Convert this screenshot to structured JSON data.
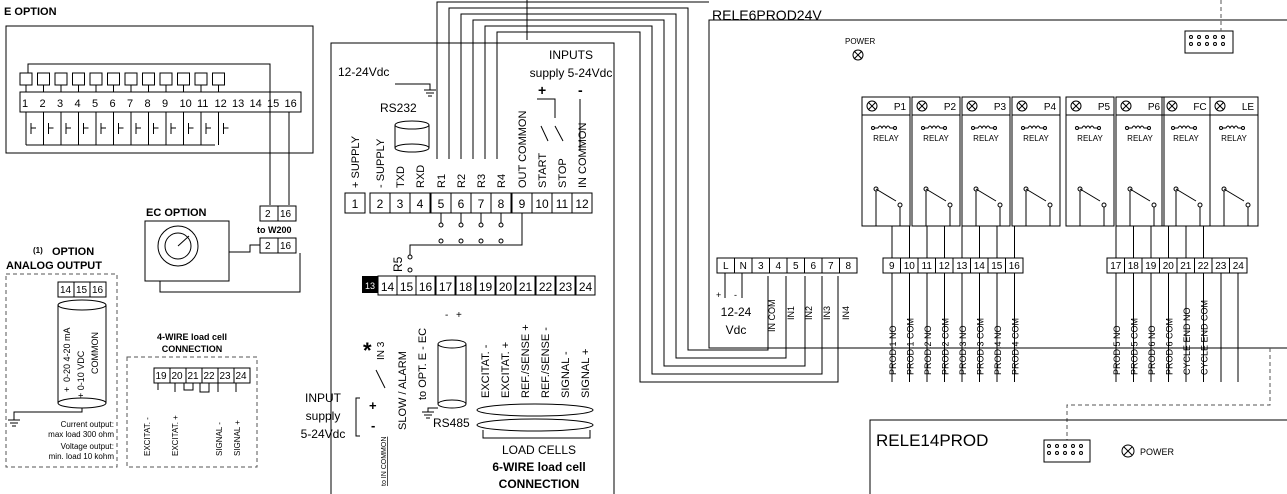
{
  "labels": {
    "e_option": "E OPTION",
    "ec_option": "EC OPTION",
    "to_w200": "to W200",
    "ec_terms": [
      "2",
      "16",
      "2",
      "16"
    ],
    "analog_superscript": "(1)",
    "analog_title_1": "OPTION",
    "analog_title_2": "ANALOG OUTPUT",
    "analog_terms": [
      "14",
      "15",
      "16"
    ],
    "analog_vert": [
      "0-20  4-20 mA",
      "+ 0-10 VDC",
      "COMMON"
    ],
    "analog_vert_prefix": "+",
    "analog_notes": [
      "Current output:",
      "max load 300 ohm",
      "Voltage output:",
      "min. load 10 kohm"
    ],
    "fourwire_title_1": "4-WIRE load cell",
    "fourwire_title_2": "CONNECTION",
    "fourwire_terms": [
      "19",
      "20",
      "21",
      "22",
      "23",
      "24"
    ],
    "fourwire_vert": [
      "EXCITAT. -",
      "EXCITAT. +",
      "SIGNAL -",
      "SIGNAL +"
    ],
    "supply": "12-24Vdc",
    "rs232": "RS232",
    "inputs_1": "INPUTS",
    "inputs_2": "supply 5-24Vdc",
    "plus": "+",
    "minus": "-",
    "top_vert": [
      "+ SUPPLY",
      "- SUPPLY",
      "TXD",
      "RXD",
      "R1",
      "R2",
      "R3",
      "R4",
      "OUT COMMON",
      "START",
      "STOP",
      "IN COMMON"
    ],
    "top_terms": [
      "1",
      "2",
      "3",
      "4",
      "5",
      "6",
      "7",
      "8",
      "9",
      "10",
      "11",
      "12"
    ],
    "r5": "R5",
    "bot_first": "13",
    "bot_terms": [
      "14",
      "15",
      "16",
      "17",
      "18",
      "19",
      "20",
      "21",
      "22",
      "23",
      "24"
    ],
    "bot_vert": [
      "SLOW / ALARM",
      "to OPT. E - EC",
      "EXCITAT. -",
      "EXCITAT. +",
      "REF./SENSE +",
      "REF./SENSE -",
      "SIGNAL -",
      "SIGNAL +"
    ],
    "star": "*",
    "in3": "IN 3",
    "input_1": "INPUT",
    "input_2": "supply",
    "input_3": "5-24Vdc",
    "to_in_common": "to IN COMMON",
    "rs485": "RS485",
    "lc_1": "LOAD CELLS",
    "lc_2": "6-WIRE load cell",
    "lc_3": "CONNECTION",
    "e_terms": [
      "1",
      "2",
      "3",
      "4",
      "5",
      "6",
      "7",
      "8",
      "9",
      "10",
      "11",
      "12",
      "13",
      "14",
      "15",
      "16"
    ]
  },
  "rele6": {
    "title": "RELE6PROD24V",
    "power": "POWER",
    "relays": [
      "P1",
      "P2",
      "P3",
      "P4",
      "P5",
      "P6",
      "FC",
      "LE"
    ],
    "relay_word": "RELAY",
    "left_terms": [
      "L",
      "N",
      "3",
      "4",
      "5",
      "6",
      "7",
      "8"
    ],
    "terms_a": [
      "9",
      "10",
      "11",
      "12",
      "13",
      "14",
      "15",
      "16"
    ],
    "terms_b": [
      "17",
      "18",
      "19",
      "20",
      "21",
      "22",
      "23",
      "24"
    ],
    "vdc_1": "12-24",
    "vdc_2": "Vdc",
    "in_labels": [
      "IN COM",
      "IN1",
      "IN2",
      "IN3",
      "IN4"
    ],
    "outputs_a": [
      "PROD.1 NO",
      "PROD.1 COM",
      "PROD.2 NO",
      "PROD.2 COM",
      "PROD.3 NO",
      "PROD.3 COM",
      "PROD.4 NO",
      "PROD.4 COM"
    ],
    "outputs_b": [
      "PROD.5 NO",
      "PROD.5 COM",
      "PROD.6 NO",
      "PROD.6 COM",
      "CYCLE END NO",
      "CYCLE END COM"
    ]
  },
  "rele14": {
    "title": "RELE14PROD",
    "power": "POWER"
  }
}
